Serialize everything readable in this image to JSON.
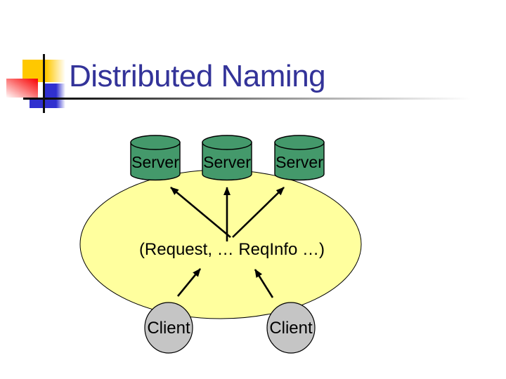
{
  "slide": {
    "title": "Distributed Naming",
    "background_color": "#FFFFFF",
    "title_color": "#333399"
  },
  "decoration": {
    "yellow_square_color": "#FFC800",
    "red_square_color": "#F80000",
    "blue_square_color": "#3030CF",
    "crosshair_line_color": "#101010",
    "rule_gradient_from": "#000000",
    "rule_gradient_to": "#FFFFFF"
  },
  "diagram": {
    "ellipse_fill": "#FFFF9E",
    "outline_color": "#000000",
    "arrow_color": "#000000",
    "server_fill": "#44996B",
    "client_fill": "#C5C5C5",
    "servers": [
      {
        "label": "Server"
      },
      {
        "label": "Server"
      },
      {
        "label": "Server"
      }
    ],
    "clients": [
      {
        "label": "Client"
      },
      {
        "label": "Client"
      }
    ],
    "message_label": "(Request, … ReqInfo …)"
  }
}
